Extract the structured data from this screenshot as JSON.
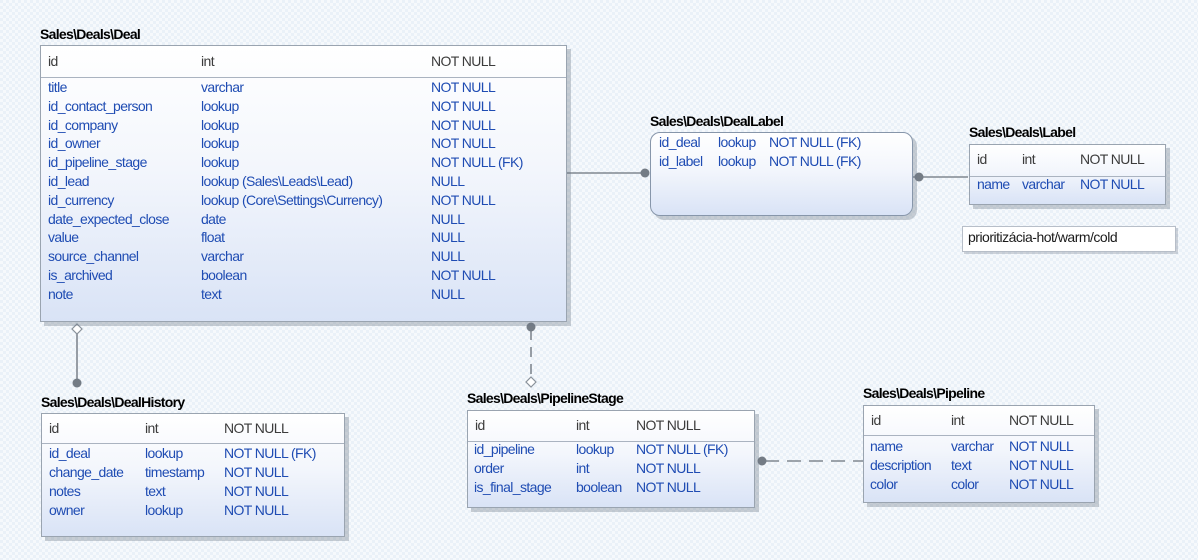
{
  "colors": {
    "link": "#808890",
    "text_blue": "#1f4cb3",
    "text_gray": "#3c3c3c"
  },
  "entities": {
    "deal": {
      "title": "Sales\\Deals\\Deal",
      "pk": [
        "id",
        "int",
        "NOT NULL"
      ],
      "rows": [
        [
          "title",
          "varchar",
          "NOT NULL"
        ],
        [
          "id_contact_person",
          "lookup",
          "NOT NULL"
        ],
        [
          "id_company",
          "lookup",
          "NOT NULL"
        ],
        [
          "id_owner",
          "lookup",
          "NOT NULL"
        ],
        [
          "id_pipeline_stage",
          "lookup",
          "NOT NULL (FK)"
        ],
        [
          "id_lead",
          "lookup (Sales\\Leads\\Lead)",
          "NULL"
        ],
        [
          "id_currency",
          "lookup (Core\\Settings\\Currency)",
          "NOT NULL"
        ],
        [
          "date_expected_close",
          "date",
          "NULL"
        ],
        [
          "value",
          "float",
          "NULL"
        ],
        [
          "source_channel",
          "varchar",
          "NULL"
        ],
        [
          "is_archived",
          "boolean",
          "NOT NULL"
        ],
        [
          "note",
          "text",
          "NULL"
        ]
      ]
    },
    "deal_label": {
      "title": "Sales\\Deals\\DealLabel",
      "rows": [
        [
          "id_deal",
          "lookup",
          "NOT NULL (FK)"
        ],
        [
          "id_label",
          "lookup",
          "NOT NULL (FK)"
        ]
      ]
    },
    "label": {
      "title": "Sales\\Deals\\Label",
      "pk": [
        "id",
        "int",
        "NOT NULL"
      ],
      "rows": [
        [
          "name",
          "varchar",
          "NOT NULL"
        ]
      ]
    },
    "deal_history": {
      "title": "Sales\\Deals\\DealHistory",
      "pk": [
        "id",
        "int",
        "NOT NULL"
      ],
      "rows": [
        [
          "id_deal",
          "lookup",
          "NOT NULL (FK)"
        ],
        [
          "change_date",
          "timestamp",
          "NOT NULL"
        ],
        [
          "notes",
          "text",
          "NOT NULL"
        ],
        [
          "owner",
          "lookup",
          "NOT NULL"
        ]
      ]
    },
    "pipeline_stage": {
      "title": "Sales\\Deals\\PipelineStage",
      "pk": [
        "id",
        "int",
        "NOT NULL"
      ],
      "rows": [
        [
          "id_pipeline",
          "lookup",
          "NOT NULL (FK)"
        ],
        [
          "order",
          "int",
          "NOT NULL"
        ],
        [
          "is_final_stage",
          "boolean",
          "NOT NULL"
        ]
      ]
    },
    "pipeline": {
      "title": "Sales\\Deals\\Pipeline",
      "pk": [
        "id",
        "int",
        "NOT NULL"
      ],
      "rows": [
        [
          "name",
          "varchar",
          "NOT NULL"
        ],
        [
          "description",
          "text",
          "NOT NULL"
        ],
        [
          "color",
          "color",
          "NOT NULL"
        ]
      ]
    }
  },
  "note": {
    "text": "prioritizácia-hot/warm/cold"
  }
}
